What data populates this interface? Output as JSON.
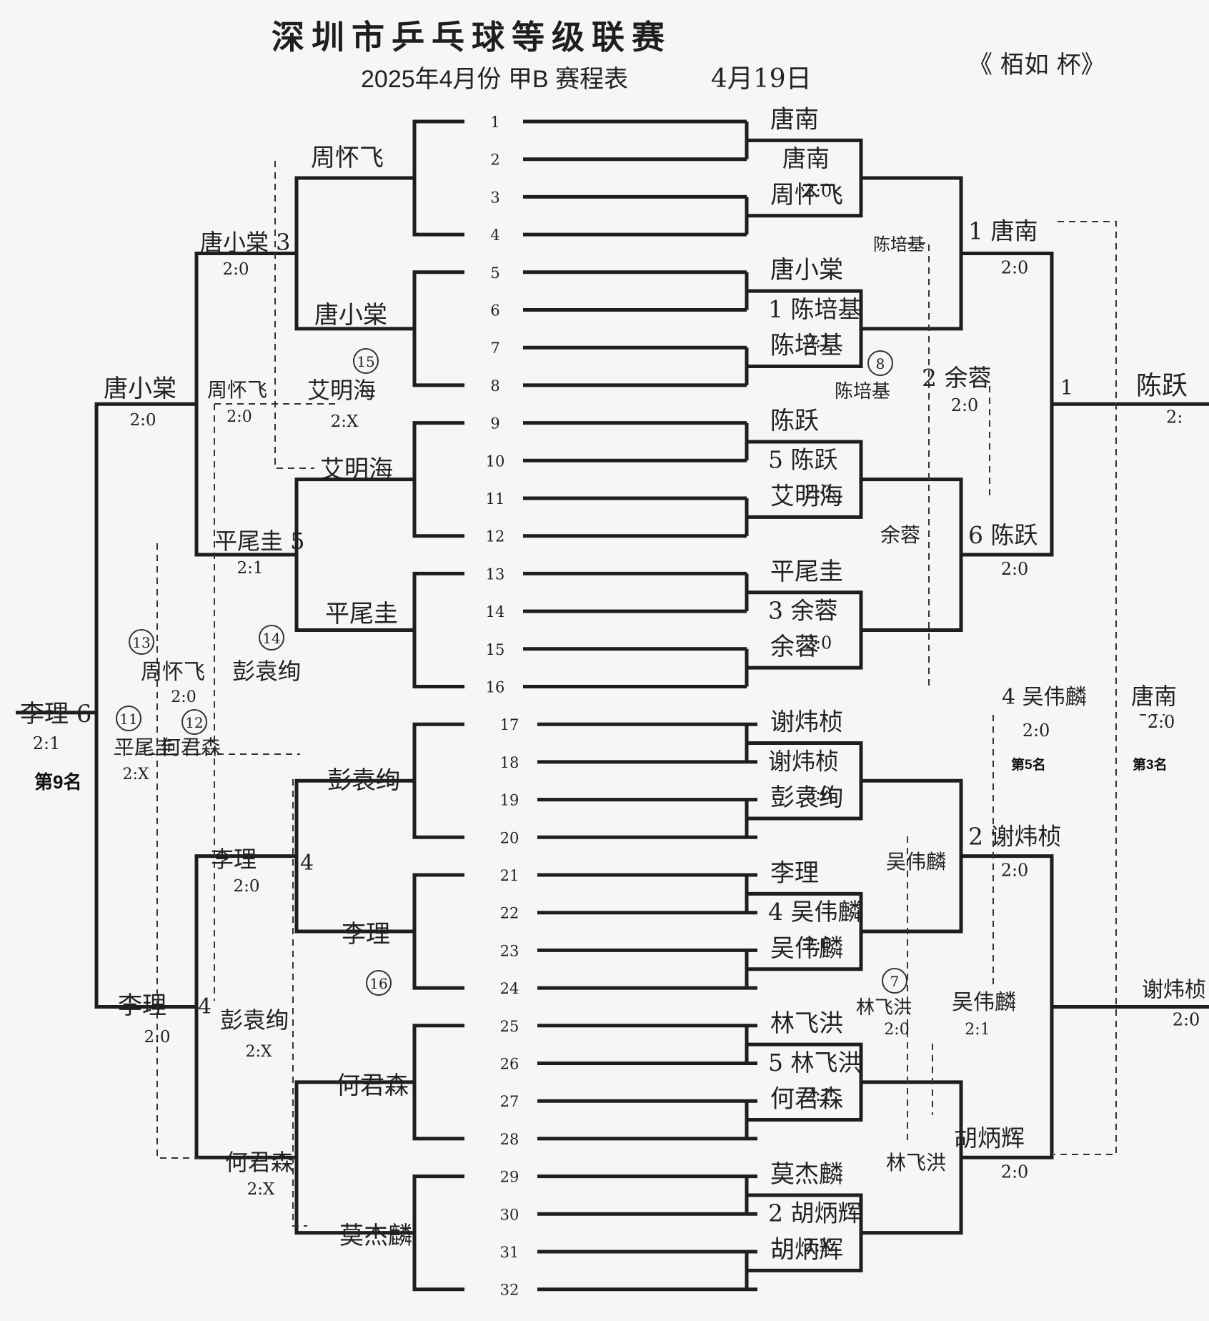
{
  "header": {
    "title": "深圳市乒乓球等级联赛",
    "subtitle": "2025年4月份 甲B 赛程表",
    "date": "4月19日",
    "cup": "《 栢如   杯》"
  },
  "slots": [
    "1",
    "2",
    "3",
    "4",
    "5",
    "6",
    "7",
    "8",
    "9",
    "10",
    "11",
    "12",
    "13",
    "14",
    "15",
    "16",
    "17",
    "18",
    "19",
    "20",
    "21",
    "22",
    "23",
    "24",
    "25",
    "26",
    "27",
    "28",
    "29",
    "30",
    "31",
    "32"
  ],
  "placings": {
    "ninth": "第9名",
    "fifth": "第5名",
    "third": "第3名"
  },
  "right": {
    "r1": [
      "唐南",
      "周怀飞",
      "唐小棠",
      "陈培基",
      "陈跃",
      "艾明海",
      "平尾圭",
      "余蓉",
      "谢炜桢",
      "彭袁绚",
      "李理",
      "吴伟麟",
      "林飞洪",
      "何君森",
      "莫杰麟",
      "胡炳辉"
    ],
    "r2": [
      {
        "name": "唐南",
        "score": "2:0"
      },
      {
        "name": "1 陈培基",
        "score": "2:1"
      },
      {
        "name": "5 陈跃",
        "score": "2:0"
      },
      {
        "name": "3 余蓉",
        "score": "2:0"
      },
      {
        "name": "谢炜桢",
        "score": "2:0"
      },
      {
        "name": "4 吴伟麟",
        "score": "2:0"
      },
      {
        "name": "5 林飞洪",
        "score": "2:1"
      },
      {
        "name": "2 胡炳辉",
        "score": "2:X"
      }
    ],
    "r3": [
      {
        "name": "1 唐南",
        "score": "2:0"
      },
      {
        "name": "6 陈跃",
        "score": "2:0"
      },
      {
        "name": "2 谢炜桢",
        "score": "2:0"
      },
      {
        "name": "胡炳辉",
        "score": "2:0"
      }
    ],
    "final": [
      {
        "name": "1",
        "extra": "陈跃",
        "score": "2:"
      },
      {
        "name": "谢炜桢",
        "score": "2:0"
      }
    ],
    "consolation": [
      {
        "name": "陈培基"
      },
      {
        "name": "陈培基",
        "circle": "8"
      },
      {
        "name": "2 余蓉",
        "score": "2:0"
      },
      {
        "name": "余蓉"
      },
      {
        "name": "吴伟麟"
      },
      {
        "name": "4 吴伟麟",
        "score": "2:0"
      },
      {
        "name": "林飞洪",
        "circle": "7",
        "score": "2:0"
      },
      {
        "name": "吴伟麟",
        "score": "2:1"
      },
      {
        "name": "林飞洪"
      },
      {
        "name": "唐南",
        "score": "2:0"
      }
    ]
  },
  "left": {
    "r1": [
      {
        "name": "周怀飞"
      },
      {
        "name": "唐小棠"
      },
      {
        "name": "艾明海"
      },
      {
        "name": "平尾圭"
      },
      {
        "name": "彭袁绚"
      },
      {
        "name": "李理"
      },
      {
        "name": "何君森"
      },
      {
        "name": "莫杰麟"
      }
    ],
    "r2": [
      {
        "name": "唐小棠 3",
        "score": "2:0"
      },
      {
        "name": "平尾圭 5",
        "score": "2:1"
      },
      {
        "name": "李理",
        "score": "2:0",
        "tag": "4"
      },
      {
        "name": "何君森",
        "score": "2:X"
      }
    ],
    "r3": [
      {
        "name": "唐小棠",
        "score": "2:0"
      },
      {
        "name": "李理",
        "score": "2:0",
        "tag": "4"
      }
    ],
    "final": {
      "name": "李理 6",
      "score": "2:1"
    },
    "consolation": [
      {
        "name": "艾明海",
        "circle": "15",
        "score": "2:X"
      },
      {
        "name": "周怀飞",
        "score": "2:0"
      },
      {
        "name": "周怀飞",
        "circle": "13",
        "score": "2:0"
      },
      {
        "name": "彭袁绚",
        "circle": "14"
      },
      {
        "name": "平尾圭",
        "circle": "11",
        "score": "2:X"
      },
      {
        "name": "何君森",
        "circle": "12"
      },
      {
        "name": "彭袁绚",
        "score": "2:X"
      },
      {
        "name": "莫杰麟",
        "circle": "16"
      }
    ]
  }
}
